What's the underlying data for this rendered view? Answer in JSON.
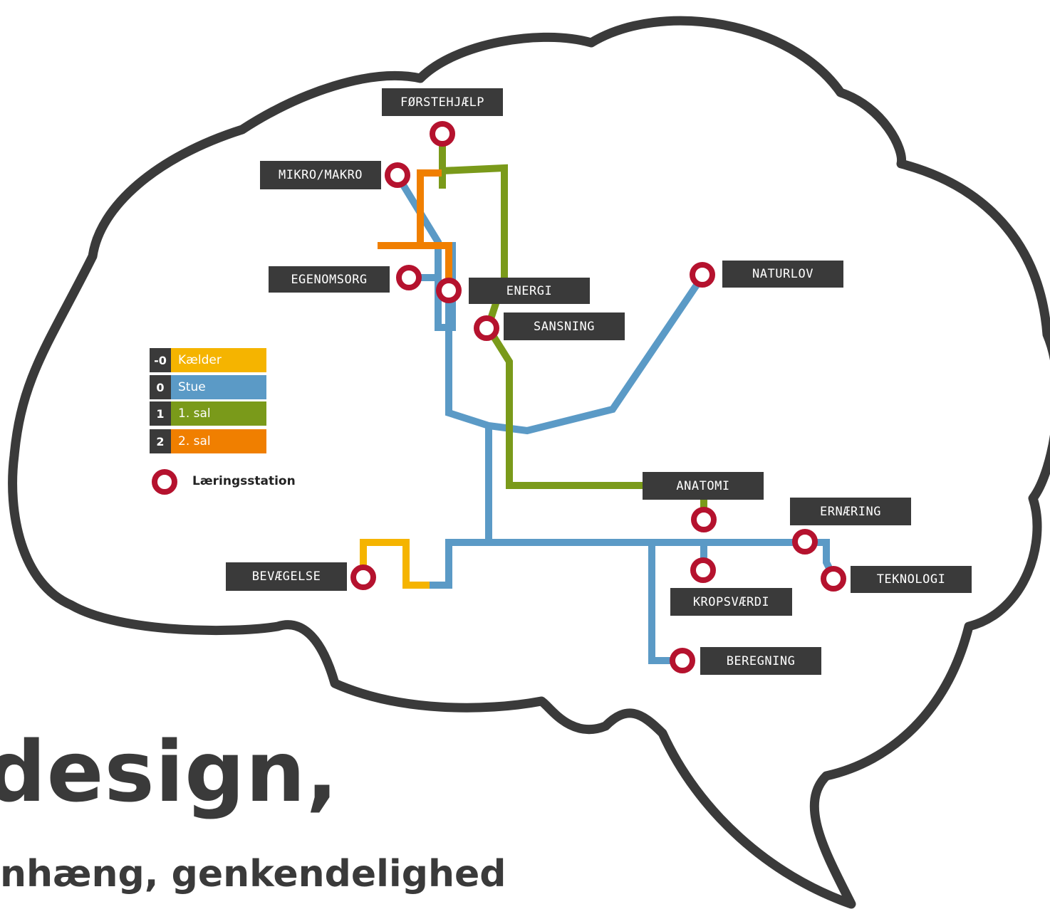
{
  "colors": {
    "kaelder": "#f5b400",
    "stue": "#5b9ac6",
    "sal1": "#7a9a1a",
    "sal2": "#f07f00",
    "station": "#b5122e",
    "label_bg": "#3a3a3a",
    "outline": "#3a3a3a"
  },
  "stations": [
    {
      "id": "forstehjaelp",
      "label": "FØRSTEHJÆLP"
    },
    {
      "id": "mikro-makro",
      "label": "MIKRO/MAKRO"
    },
    {
      "id": "egenomsorg",
      "label": "EGENOMSORG"
    },
    {
      "id": "energi",
      "label": "ENERGI"
    },
    {
      "id": "sansning",
      "label": "SANSNING"
    },
    {
      "id": "naturlov",
      "label": "NATURLOV"
    },
    {
      "id": "anatomi",
      "label": "ANATOMI"
    },
    {
      "id": "ernaering",
      "label": "ERNÆRING"
    },
    {
      "id": "teknologi",
      "label": "TEKNOLOGI"
    },
    {
      "id": "kropsvaerdi",
      "label": "KROPSVÆRDI"
    },
    {
      "id": "bevaegelse",
      "label": "BEVÆGELSE"
    },
    {
      "id": "beregning",
      "label": "BEREGNING"
    }
  ],
  "legend": {
    "floors": [
      {
        "num": "-0",
        "name": "Kælder",
        "color_key": "kaelder"
      },
      {
        "num": "0",
        "name": "Stue",
        "color_key": "stue"
      },
      {
        "num": "1",
        "name": "1. sal",
        "color_key": "sal1"
      },
      {
        "num": "2",
        "name": "2. sal",
        "color_key": "sal2"
      }
    ],
    "station_label": "Læringsstation"
  },
  "title": "design,",
  "subtitle": "nhæng, genkendelighed"
}
